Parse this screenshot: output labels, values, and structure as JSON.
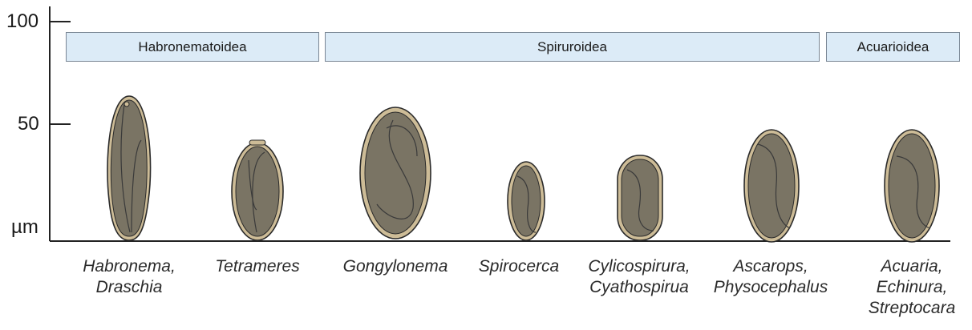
{
  "axis": {
    "tick_100": "100",
    "tick_50": "50",
    "unit": "µm"
  },
  "groups": [
    {
      "name": "Habronematoidea"
    },
    {
      "name": "Spiruroidea"
    },
    {
      "name": "Acuarioidea"
    }
  ],
  "genera": [
    {
      "lines": [
        "Habronema,",
        "Draschia"
      ]
    },
    {
      "lines": [
        "Tetrameres"
      ]
    },
    {
      "lines": [
        "Gongylonema"
      ]
    },
    {
      "lines": [
        "Spirocerca"
      ]
    },
    {
      "lines": [
        "Cylicospirura,",
        "Cyathospirua"
      ]
    },
    {
      "lines": [
        "Ascarops,",
        "Physocephalus"
      ]
    },
    {
      "lines": [
        "Acuaria,",
        "Echinura,",
        "Streptocara"
      ]
    }
  ],
  "colors": {
    "shell_outer": "#cdbc97",
    "shell_inner": "#7a7464",
    "outline": "#2b2b2b",
    "group_fill": "#dcebf7"
  }
}
